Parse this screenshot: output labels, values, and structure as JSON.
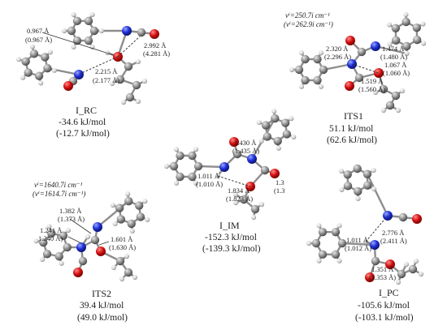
{
  "structures": {
    "rc": {
      "name": "I_RC",
      "e1": "-34.6 kJ/mol",
      "e2": "(-12.7 kJ/mol)"
    },
    "its1": {
      "name": "ITS1",
      "e1": "51.1 kJ/mol",
      "e2": "(62.6 kJ/mol)",
      "freq1": "vⁱ=250.7i cm⁻¹",
      "freq2": "(vⁱ=262.9i cm⁻¹)"
    },
    "im": {
      "name": "I_IM",
      "e1": "-152.3 kJ/mol",
      "e2": "(-139.3 kJ/mol)"
    },
    "its2": {
      "name": "ITS2",
      "e1": "39.4 kJ/mol",
      "e2": "(49.0 kJ/mol)",
      "freq1": "vⁱ=1640.7i cm⁻¹",
      "freq2": "(vⁱ=1614.7i cm⁻¹)"
    },
    "pc": {
      "name": "I_PC",
      "e1": "-105.6 kJ/mol",
      "e2": "(-103.1 kJ/mol)"
    }
  },
  "distances": {
    "rc_a": "0.967 Å",
    "rc_b": "(0.967 Å)",
    "rc_c": "2.992 Å",
    "rc_d": "(4.281 Å)",
    "rc_e": "2.215 Å",
    "rc_f": "(2.177 Å)",
    "its1_a": "2.320 Å",
    "its1_b": "(2.296 Å)",
    "its1_c": "1.474 Å",
    "its1_d": "(1.480 Å)",
    "its1_e": "1.067 Å",
    "its1_f": "(1.060 Å)",
    "its1_g": "1.519 Å",
    "its1_h": "(1.560 Å)",
    "im_a": "1.430 Å",
    "im_b": "(1.435 Å)",
    "im_c": "1.011 Å",
    "im_d": "(1.010 Å)",
    "im_e": "1.834 Å",
    "im_f": "(1.823 Å)",
    "im_g": "1.3",
    "im_h": "(1.3",
    "its2_a": "1.382 Å",
    "its2_b": "(1.373 Å)",
    "its2_c": "1.241 Å",
    "its2_d": "1.240 Å)",
    "its2_e": "1.601 Å",
    "its2_f": "(1.630 Å)",
    "pc_a": "1.011 Å",
    "pc_b": "(1.012 Å)",
    "pc_c": "2.776 Å",
    "pc_d": "(2.411 Å)",
    "pc_e": "1.351 Å",
    "pc_f": "(1.353 Å)"
  }
}
